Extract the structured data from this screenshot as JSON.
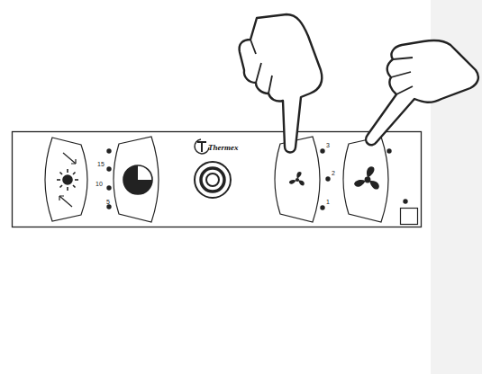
{
  "diagram": {
    "labels": [
      "15",
      "10",
      "5",
      "Thermex",
      "3",
      "2",
      "1"
    ]
  }
}
